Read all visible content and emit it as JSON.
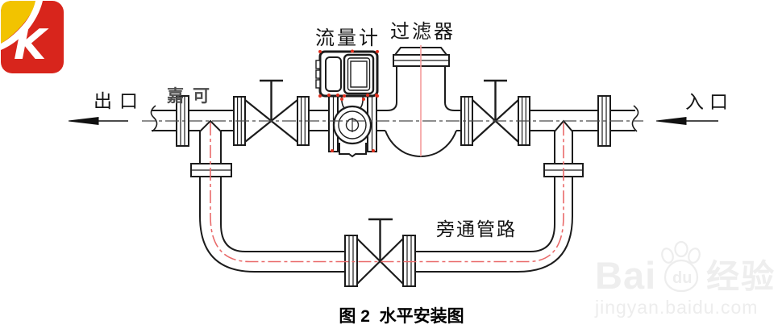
{
  "labels": {
    "flow_meter": "流量计",
    "filter": "过滤器",
    "outlet": "出口",
    "inlet": "入口",
    "bypass_line": "旁通管路"
  },
  "caption": "图 2  水平安装图",
  "logo": {
    "brand": "嘉可",
    "letter": "K",
    "yellow": "#F2C300",
    "red": "#D8251C"
  },
  "watermark": {
    "bai": "Bai",
    "du": "du",
    "jingyan": "经验",
    "url": "jingyan.baidu.com"
  },
  "colors": {
    "line": "#1c1c1c",
    "centerline_gray": "#4a4a4a",
    "centerline_red": "#e96a6a",
    "filter_centerline": "#f49b9b",
    "marker_red": "#e0301e"
  }
}
